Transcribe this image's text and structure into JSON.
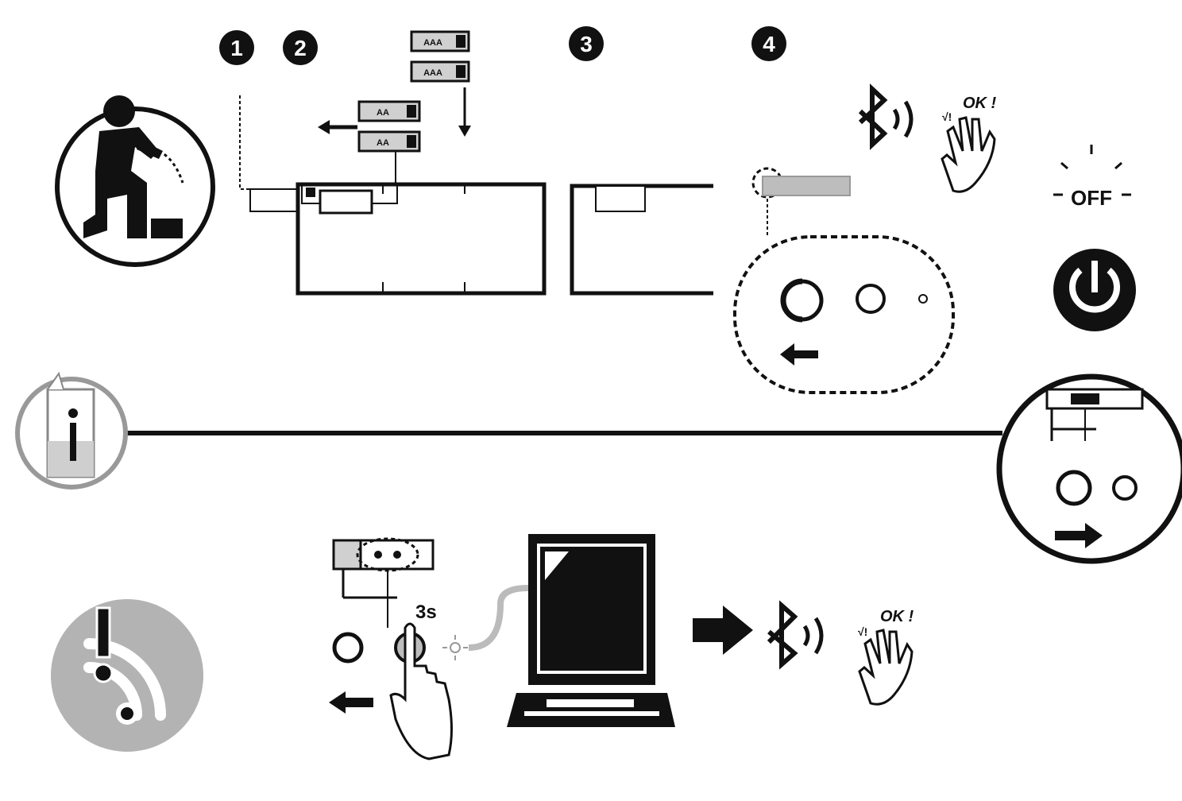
{
  "steps": [
    {
      "number": "1"
    },
    {
      "number": "2"
    },
    {
      "number": "3"
    },
    {
      "number": "4"
    }
  ],
  "labels": {
    "ok_top": "OK !",
    "ok_bottom": "OK !",
    "off": "OFF",
    "hold_time": "3s"
  },
  "battery_marks": {
    "aaa": "AAA",
    "aa": "AA"
  },
  "icons": {
    "installer": "installer-kneeling-icon",
    "info": "info-document-icon",
    "no_wifi": "wifi-error-icon",
    "bluetooth": "bluetooth-icon",
    "hand_ok": "hand-ok-icon",
    "power": "power-button-icon",
    "laptop": "laptop-icon",
    "finger_press": "finger-press-icon"
  },
  "colors": {
    "ink": "#111111",
    "gray_fill": "#bdbdbd",
    "light_gray": "#d9d9d9",
    "disc_gray": "#b3b3b3"
  }
}
